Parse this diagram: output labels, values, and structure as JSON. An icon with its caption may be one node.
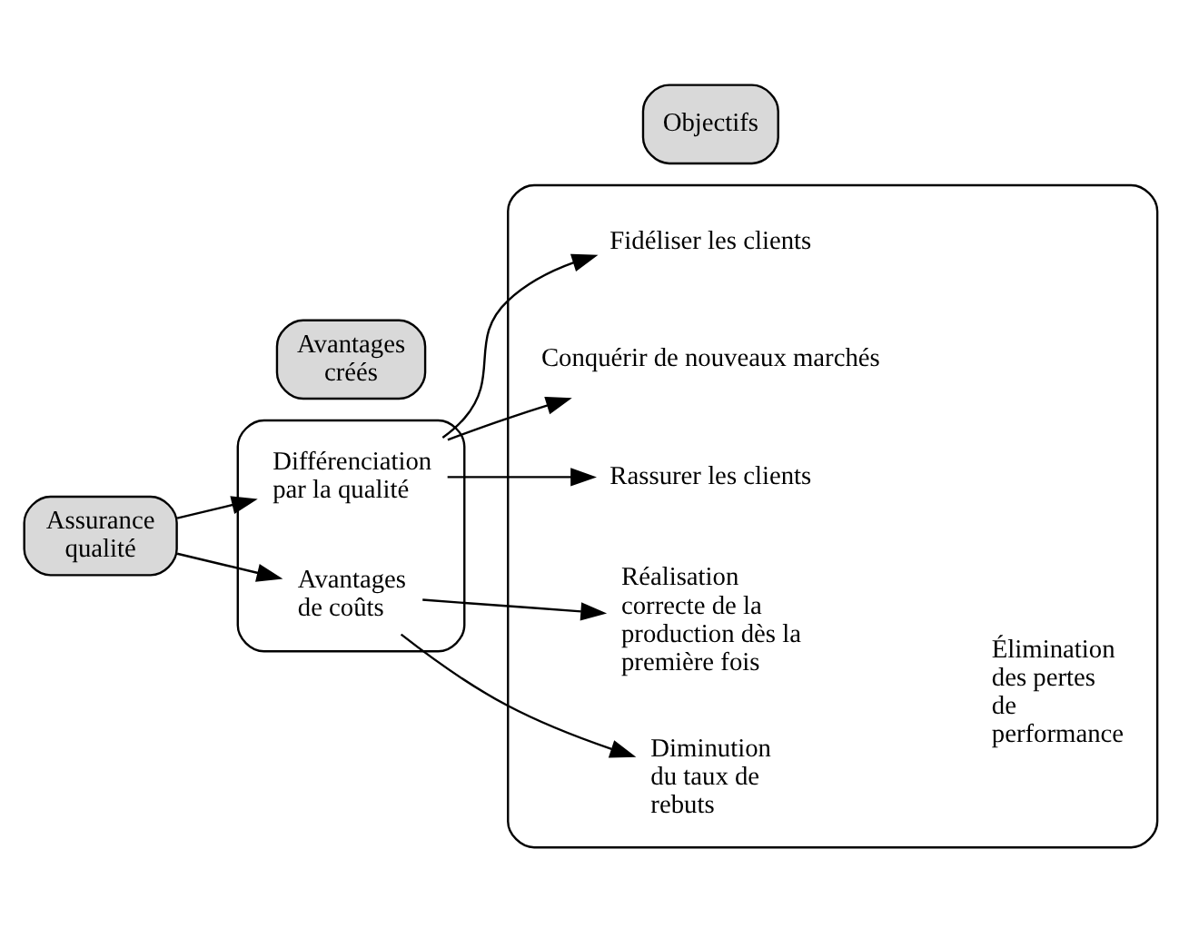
{
  "diagram": {
    "nodes": [
      {
        "text": [
          "Avantages créés"
        ]
      },
      {
        "text": [
          "Objectifs"
        ]
      },
      {
        "text": [],
        "shape": "box"
      },
      {
        "text": [],
        "shape": "box"
      },
      {
        "text": [
          "Assurance qualité"
        ]
      },
      {
        "text": [
          "Différenciation par la qualité"
        ],
        "in": 2
      },
      {
        "text": [
          "Avantages de coûts"
        ],
        "in": 2
      },
      {
        "text": [
          "Fidéliser les clients"
        ],
        "in": 3
      },
      {
        "text": [
          "Conquérir de nouveaux marchés"
        ],
        "in": 3
      },
      {
        "text": [
          "Rassurer les clients"
        ],
        "in": 3
      },
      {
        "text": [
          "Réalisation correcte de la production dès la première fois"
        ],
        "in": 3
      },
      {
        "text": [
          "Diminution du taux de rebuts"
        ],
        "in": 3
      },
      {
        "text": [
          "Élimination des pertes de performance"
        ],
        "in": 3
      }
    ],
    "edges": [
      {
        "from": 4,
        "to": 5,
        "arrow": "to"
      },
      {
        "from": 4,
        "to": 6,
        "arrow": "to"
      },
      {
        "from": 5,
        "to": 7,
        "arrow": "to"
      },
      {
        "from": 5,
        "to": 8,
        "arrow": "to"
      },
      {
        "from": 5,
        "to": 9,
        "arrow": "to"
      },
      {
        "from": 6,
        "to": 10,
        "arrow": "to"
      },
      {
        "from": 6,
        "to": 11,
        "arrow": "to"
      }
    ]
  }
}
